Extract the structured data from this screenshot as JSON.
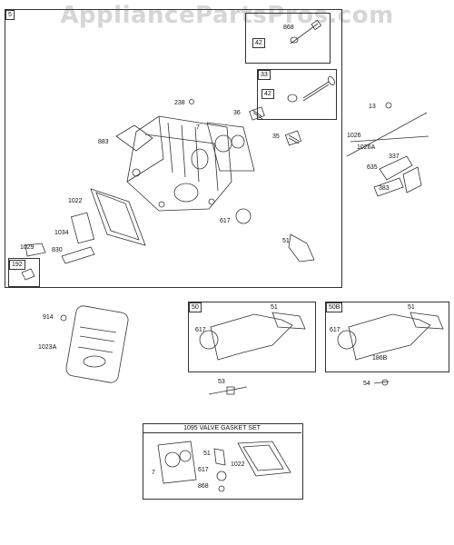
{
  "watermark": "AppliancePartsPros.com",
  "callouts": {
    "main_box": "5",
    "sub_box_a": "42",
    "sub_box_a_part": "868",
    "sub_box_b": "33",
    "sub_box_b_inner": "42",
    "p238": "238",
    "p7": "7",
    "p36": "36",
    "p35": "35",
    "p883": "883",
    "p1022": "1022",
    "p1034": "1034",
    "p1029": "1029",
    "p830": "830",
    "p192": "192",
    "p617": "617",
    "p51": "51",
    "p13": "13",
    "p1026": "1026",
    "p1026a": "1026A",
    "p337": "337",
    "p635": "635",
    "p383": "383",
    "p914": "914",
    "p1023a": "1023A",
    "box50": "50",
    "box50_51": "51",
    "box50_617": "617",
    "p53": "53",
    "box50b": "50B",
    "box50b_51": "51",
    "box50b_617": "617",
    "p186b": "186B",
    "p54": "54",
    "kit_title": "1095 VALVE GASKET SET",
    "kit_51": "51",
    "kit_7": "7",
    "kit_617": "617",
    "kit_1022": "1022",
    "kit_868": "868"
  }
}
